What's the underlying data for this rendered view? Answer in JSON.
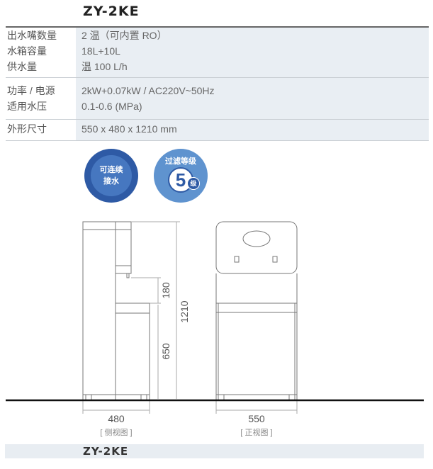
{
  "model": "ZY-2KE",
  "specs": [
    {
      "label": "出水嘴数量",
      "value": "2 温（可内置 RO）"
    },
    {
      "label": "水箱容量",
      "value": "18L+10L"
    },
    {
      "label": "供水量",
      "value": "温 100 L/h"
    },
    {
      "label": "功率 / 电源",
      "value": "2kW+0.07kW / AC220V~50Hz"
    },
    {
      "label": "适用水压",
      "value": "0.1-0.6 (MPa)"
    },
    {
      "label": "外形尺寸",
      "value": "550 x 480 x 1210 mm"
    }
  ],
  "badges": {
    "continuous": {
      "line1": "可连续",
      "line2": "接水"
    },
    "filter": {
      "title": "过滤等级",
      "level": "5",
      "unit": "级"
    }
  },
  "dimensions": {
    "tap_height": "180",
    "total_height": "1210",
    "base_height": "650",
    "depth": "480",
    "width": "550",
    "side_view": "[ 侧视图 ]",
    "front_view": "[ 正视图 ]"
  },
  "footer_model": "ZY-2KE"
}
